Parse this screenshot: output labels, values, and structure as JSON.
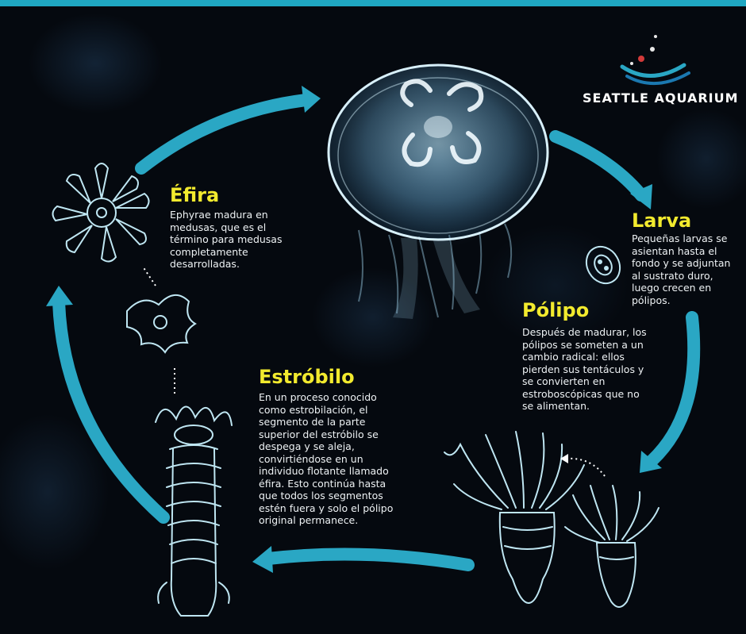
{
  "brand": {
    "name": "SEATTLE AQUARIUM"
  },
  "colors": {
    "arrow": "#2aa7c4",
    "title": "#f2ea2e",
    "text": "#eef2f4",
    "line_art": "#bfe6f2"
  },
  "stages": [
    {
      "id": "efira",
      "title": "Éfira",
      "lines": [
        "Ephyrae madura en",
        "medusas, que es el",
        "término para medusas",
        "completamente",
        "desarrolladas."
      ]
    },
    {
      "id": "larva",
      "title": "Larva",
      "lines": [
        "Pequeñas larvas se",
        "asientan hasta el",
        "fondo y se adjuntan",
        "al sustrato duro,",
        "luego crecen en",
        "pólipos."
      ]
    },
    {
      "id": "polipo",
      "title": "Pólipo",
      "lines": [
        "Después de madurar, los",
        "pólipos se someten a un",
        "cambio radical: ellos",
        "pierden sus tentáculos y",
        "se convierten en",
        "estroboscópicas que no",
        "se alimentan."
      ]
    },
    {
      "id": "estrobilo",
      "title": "Estróbilo",
      "lines": [
        "En un proceso conocido",
        "como estrobilación, el",
        "segmento de la parte",
        "superior del estróbilo se",
        "despega y se aleja,",
        "convirtiéndose en un",
        "individuo flotante llamado",
        "éfira. Esto continúa hasta",
        "que todos los segmentos",
        "estén fuera y solo el pólipo",
        "original permanece."
      ]
    }
  ]
}
